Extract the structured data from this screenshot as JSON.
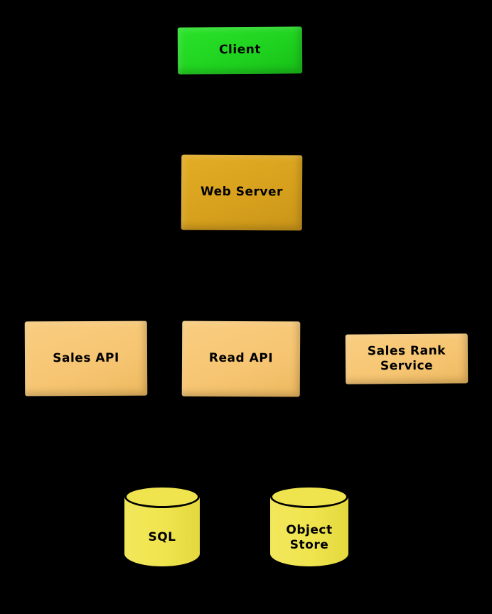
{
  "diagram": {
    "background_color": "#000000",
    "text_color": "#000000",
    "nodes": [
      {
        "id": "client",
        "label": "Client",
        "shape": "box",
        "color": "#1fd11f"
      },
      {
        "id": "web-server",
        "label": "Web Server",
        "shape": "box",
        "color": "#d6a01d"
      },
      {
        "id": "sales-api",
        "label": "Sales API",
        "shape": "box",
        "color": "#f6c572"
      },
      {
        "id": "read-api",
        "label": "Read API",
        "shape": "box",
        "color": "#f6c572"
      },
      {
        "id": "sales-rank-service",
        "label": "Sales Rank Service",
        "shape": "box",
        "color": "#f6c572"
      },
      {
        "id": "sql",
        "label": "SQL",
        "shape": "cylinder",
        "color": "#f0e44e"
      },
      {
        "id": "object-store",
        "label": "Object Store",
        "shape": "cylinder",
        "color": "#f0e44e"
      }
    ]
  }
}
